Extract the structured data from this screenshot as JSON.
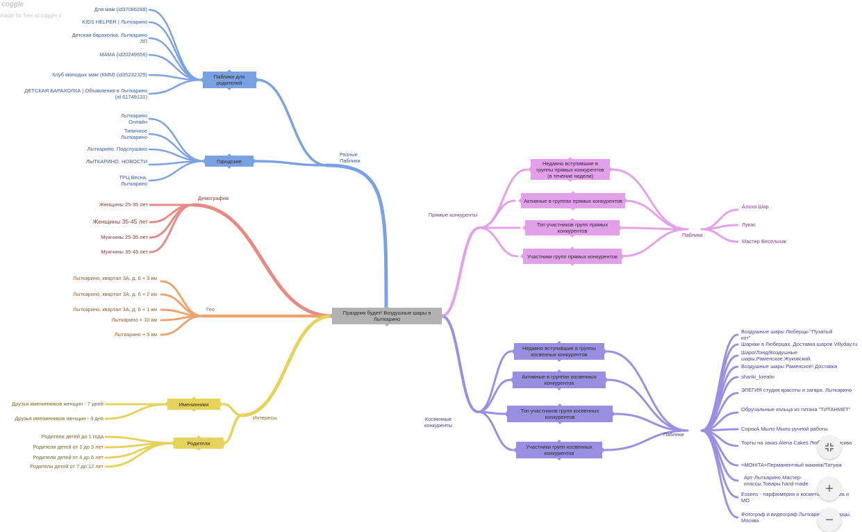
{
  "watermark": {
    "brand": "coggle",
    "made": "made for free at coggle.it"
  },
  "colors": {
    "blue": "#7ba2e0",
    "red": "#e58a84",
    "orange": "#eca46f",
    "yellow": "#e6d35e",
    "pink": "#e4a0e8",
    "purple": "#9b8fe0"
  },
  "root": {
    "label": "Праздник будет! Воздушные шары в Лыткарино"
  },
  "blue": {
    "branch": "Разные Паблики",
    "parents_group": {
      "label": "Паблики для родителей",
      "items": [
        "Для мам (id37086289)",
        "KIDS HELPER | Лыткарино",
        "Детская барахолка. Лыткарино ЛП",
        "МАМА (id20249656)",
        "Клуб молодых мам (КММ) (id35232329)",
        "ДЕТСКАЯ БАРАХОЛКА | Объявления в Лыткарино (id 61749131)"
      ]
    },
    "city_group": {
      "label": "Городские",
      "items": [
        "Лыткарино Онлайн",
        "Типичное Лыткарино",
        "Лыткарино. Подслушано",
        "ЛЫТКАРИНО. НОВОСТИ",
        "ТРЦ Весна, Лыткарино"
      ]
    }
  },
  "red": {
    "branch": "Демография",
    "items": [
      "Женщины 25-35 лет",
      "Женщины 35-45 лет",
      "Мужчины 25-35 лет",
      "Мужчины 35-45 лет"
    ]
  },
  "orange": {
    "branch": "Гео",
    "items": [
      "Лыткарино, квартал 3А, д. 6 + 3 км",
      "Лыткарино, квартал 3А, д. 6 + 2 км",
      "Лыткарино, квартал 3А, д. 6 + 1 км",
      "Лыткарино + 10 км",
      "Лыткарино + 5 км"
    ]
  },
  "yellow": {
    "branch": "Интересы",
    "birthday": {
      "label": "Именинники",
      "items": [
        "Друзья именинников женщин - 7 дней",
        "Друзья именинников женщин - 3 дня"
      ]
    },
    "parents": {
      "label": "Родители",
      "items": [
        "Родители детей до 1 года",
        "Родители детей от 1 до 3 лет",
        "Родители детей от 4 до 6 лет",
        "Родители детей от 7 до 12 лет"
      ]
    }
  },
  "pink": {
    "branch": "Прямые конкуренты",
    "boxes": [
      "Недавно вступившие в группы прямых конкурентов (в течение недели)",
      "Активные в группах прямых конкурентов",
      "Топ участников групп прямых конкурентов",
      "Участники групп прямых конкурентов"
    ],
    "hub": "Паблики",
    "leaves": [
      "Алоха Шар",
      "Лукас",
      "Мастер Весельчак"
    ]
  },
  "purple": {
    "branch": "Косвенные конкуренты",
    "boxes": [
      "Недавно вступившие в группы косвенных конкурентов",
      "Активные в группах косвенных конкурентов",
      "Топ участников групп косвенных конкурентов",
      "Участники групп косвенных конкурентов"
    ],
    "hub": "Паблики",
    "leaves": [
      "Воздушные шары Люберцы \"Пузатый кот\"",
      "Шарики в Люберцах. Доставка шаров Villyday.ru",
      "Шаро/Лэнд/Воздушные шары.Раменское.Жуковский.",
      "Воздушные шары Раменское! Доставка",
      "shariki_kreativ",
      "ЭЛЕГИЯ студия красоты и загара. Лыткарино",
      "Обручальные кольца из титана \"ТИТАНМЕТ\"",
      "СорокА Мыло Мыло ручной работы",
      "Торты на заказ Alena Cakes Люберцы Москва",
      "=MOHITA=Перманентный макияж/Татуаж",
      "Арт-Лыткарино.Мастер-классы.Товары hand-made",
      "Essens - парфюмерия и косметика Москва и МО",
      "Фотограф и видеограф Лыткарино Люберцы, Москва"
    ]
  },
  "controls": {
    "collapse_icon": "collapse-icon",
    "zoom_in": "+",
    "zoom_out": "−"
  }
}
